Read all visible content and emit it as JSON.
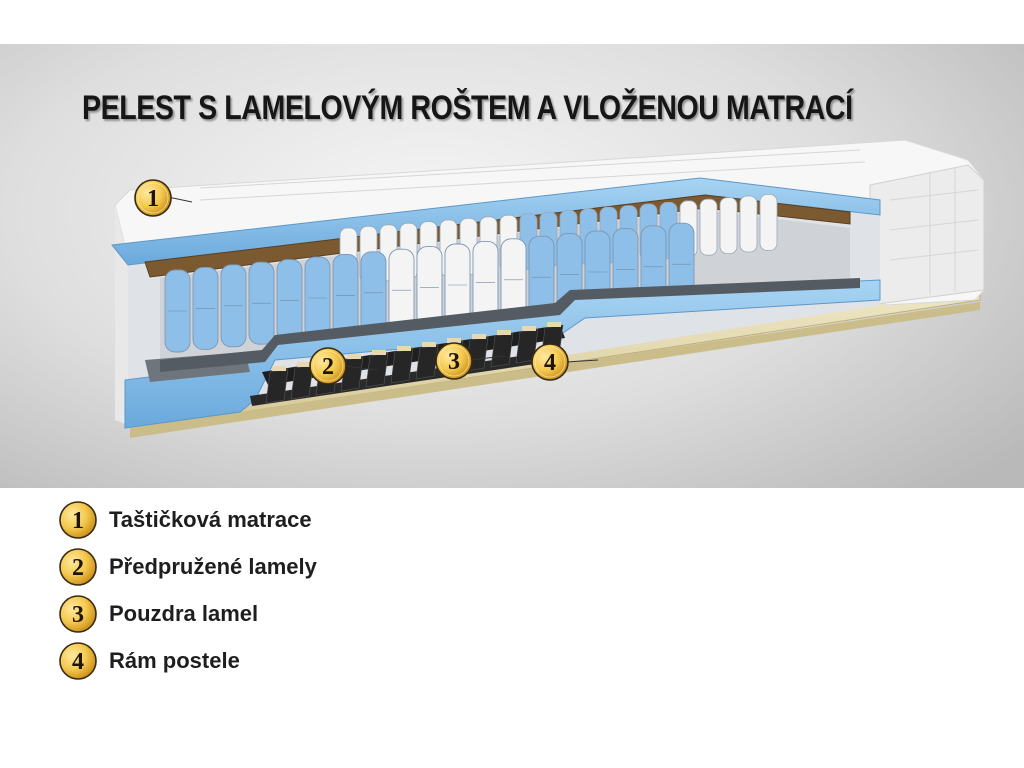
{
  "title": "PELEST S LAMELOVÝM ROŠTEM A VLOŽENOU MATRACÍ",
  "colors": {
    "foam": "#8ec4ec",
    "coconut": "#7a5a33",
    "spring_blue": "#8ebfe8",
    "spring_white": "#f4f4f4",
    "slat": "#262626",
    "frame": "#e6dcb4",
    "badge_fill": "#f4c94f"
  },
  "callouts": [
    {
      "num": "1"
    },
    {
      "num": "2"
    },
    {
      "num": "3"
    },
    {
      "num": "4"
    }
  ],
  "legend": [
    {
      "num": "1",
      "label": "Taštičková matrace"
    },
    {
      "num": "2",
      "label": "Předpružené lamely"
    },
    {
      "num": "3",
      "label": "Pouzdra lamel"
    },
    {
      "num": "4",
      "label": "Rám postele"
    }
  ]
}
